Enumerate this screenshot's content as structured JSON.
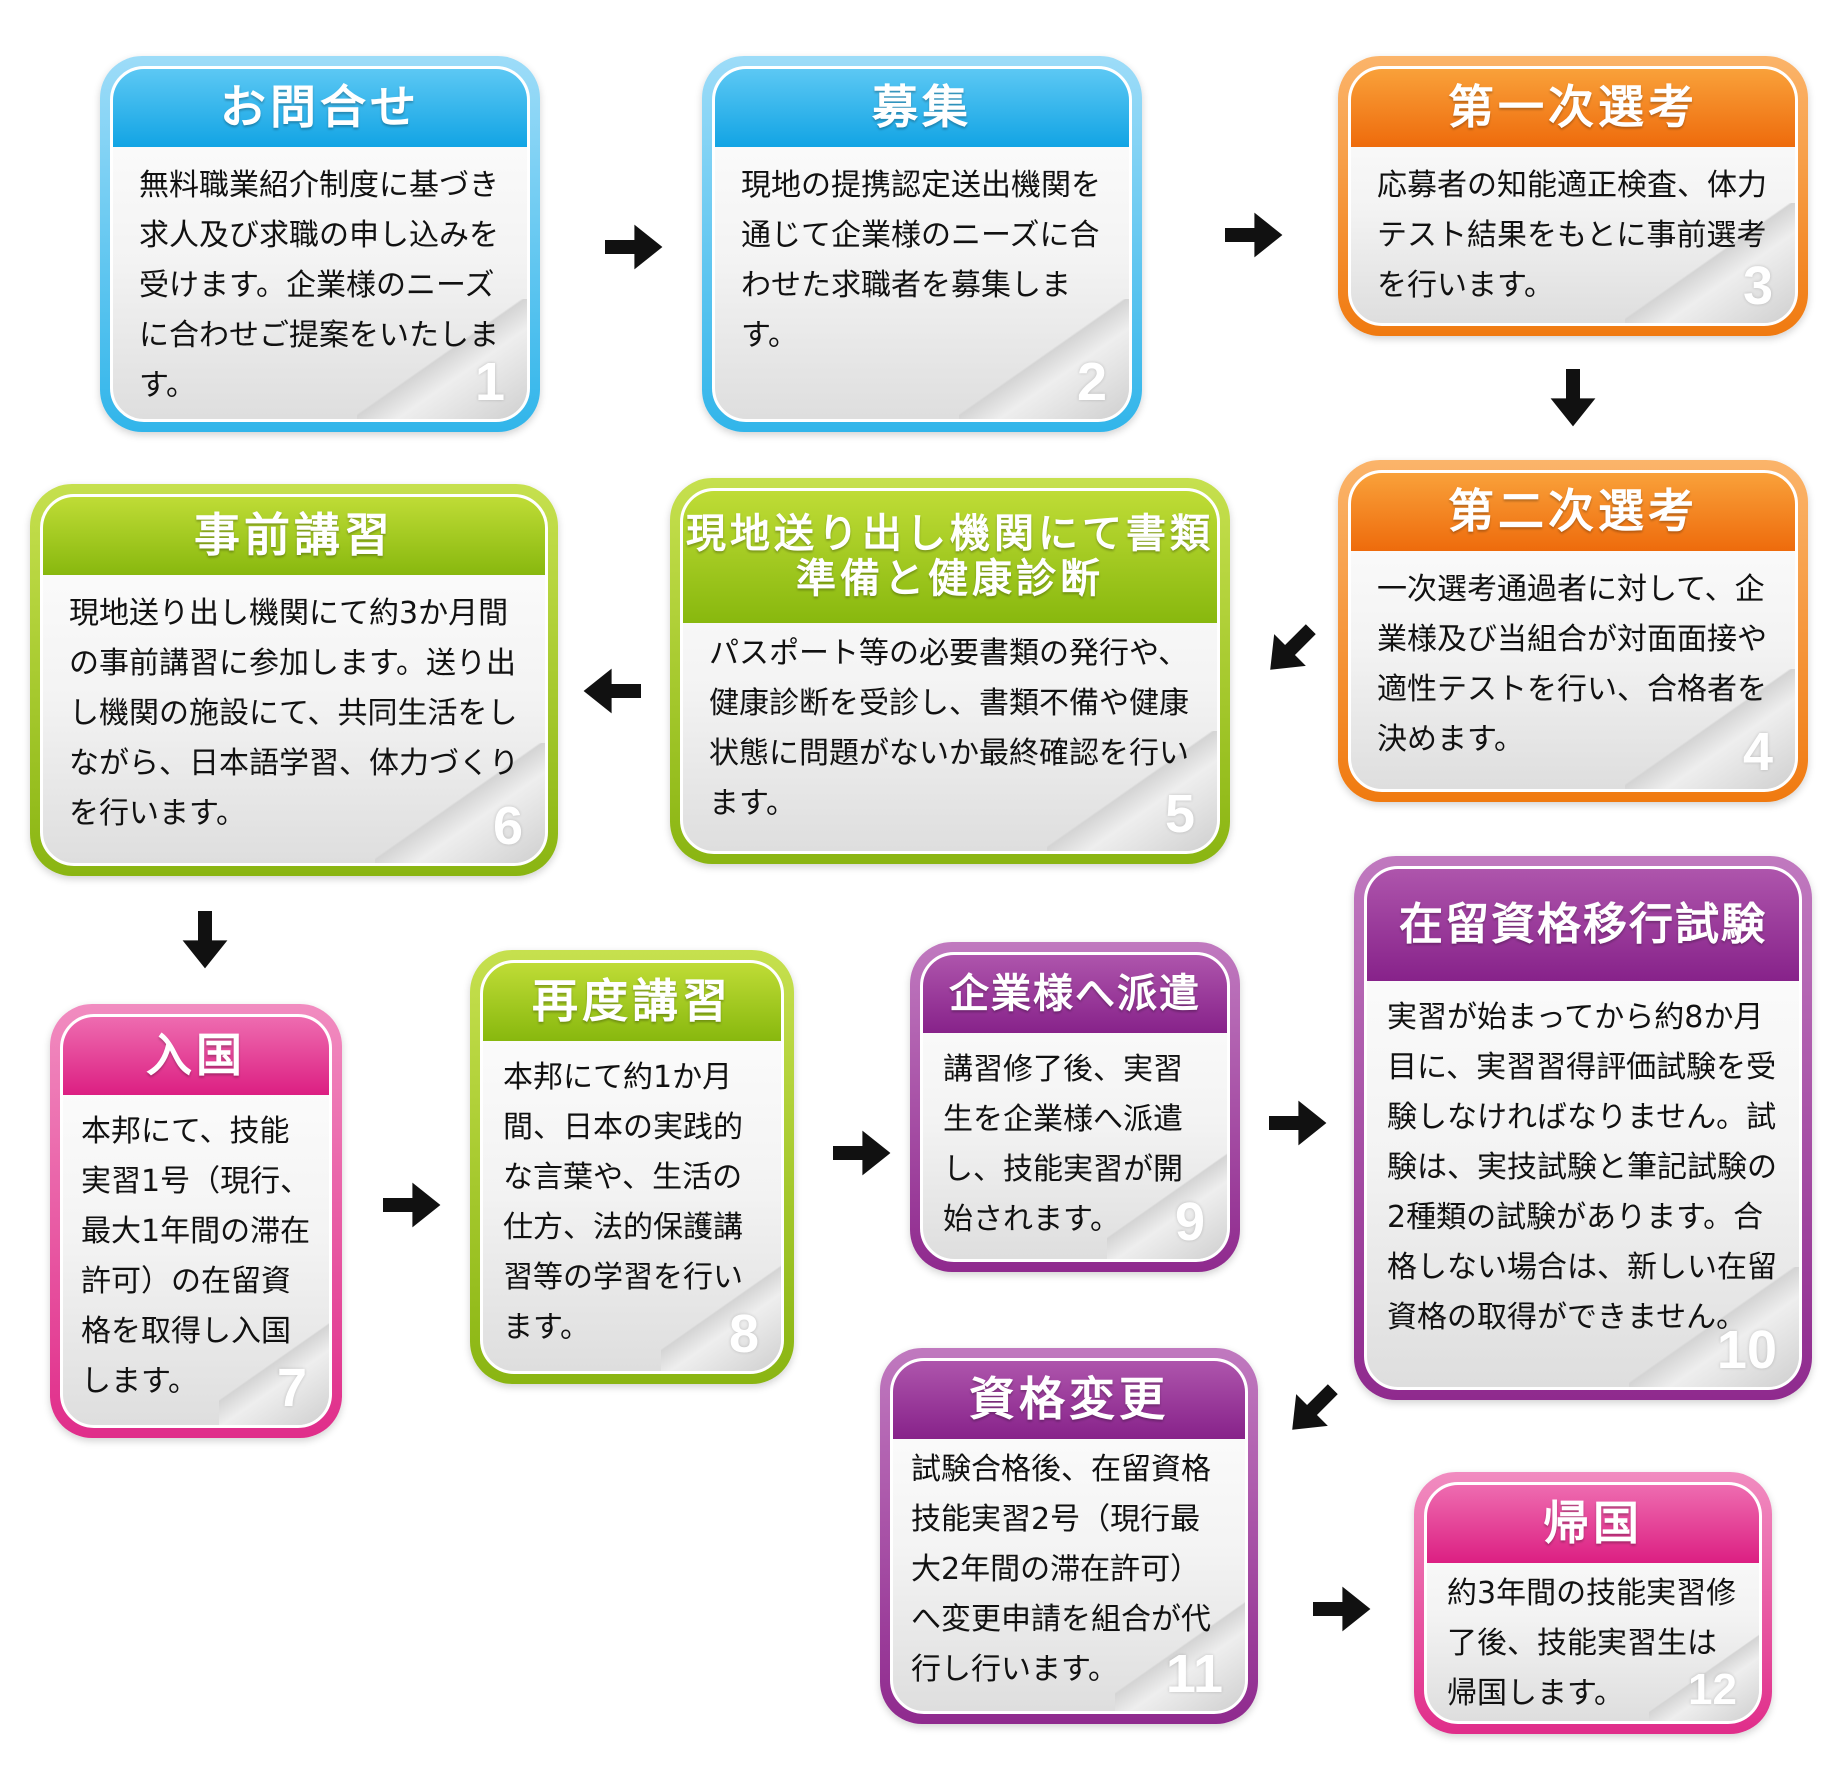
{
  "steps": [
    {
      "title": "お問合せ",
      "body": "無料職業紹介制度に基づき求人及び求職の申し込みを受けます。企業様のニーズに合わせご提案をいたします。",
      "num": "1"
    },
    {
      "title": "募集",
      "body": "現地の提携認定送出機関を通じて企業様のニーズに合わせた求職者を募集します。",
      "num": "2"
    },
    {
      "title": "第一次選考",
      "body": "応募者の知能適正検査、体力テスト結果をもとに事前選考を行います。",
      "num": "3"
    },
    {
      "title": "第二次選考",
      "body": "一次選考通過者に対して、企業様及び当組合が対面面接や適性テストを行い、合格者を決めます。",
      "num": "4"
    },
    {
      "title": "現地送り出し機関にて書類準備と健康診断",
      "body": "パスポート等の必要書類の発行や、健康診断を受診し、書類不備や健康状態に問題がないか最終確認を行います。",
      "num": "5"
    },
    {
      "title": "事前講習",
      "body": "現地送り出し機関にて約3か月間の事前講習に参加します。送り出し機関の施設にて、共同生活をしながら、日本語学習、体力づくりを行います。",
      "num": "6"
    },
    {
      "title": "入国",
      "body": "本邦にて、技能実習1号（現行、最大1年間の滞在許可）の在留資格を取得し入国します。",
      "num": "7"
    },
    {
      "title": "再度講習",
      "body": "本邦にて約1か月間、日本の実践的な言葉や、生活の仕方、法的保護講習等の学習を行います。",
      "num": "8"
    },
    {
      "title": "企業様へ派遣",
      "body": "講習修了後、実習生を企業様へ派遣し、技能実習が開始されます。",
      "num": "9"
    },
    {
      "title": "在留資格移行試験",
      "body": "実習が始まってから約8か月目に、実習習得評価試験を受験しなければなりません。試験は、実技試験と筆記試験の2種類の試験があります。合格しない場合は、新しい在留資格の取得ができません。",
      "num": "10"
    },
    {
      "title": "資格変更",
      "body": "試験合格後、在留資格技能実習2号（現行最大2年間の滞在許可）へ変更申請を組合が代行し行います。",
      "num": "11"
    },
    {
      "title": "帰国",
      "body": "約3年間の技能実習修了後、技能実習生は帰国します。",
      "num": "12"
    }
  ],
  "colors": {
    "blue": "#12a4e4",
    "orange": "#ee6b0c",
    "green": "#88b80e",
    "pink": "#dc1f82",
    "purple": "#87228a",
    "arrow": "#111111"
  }
}
